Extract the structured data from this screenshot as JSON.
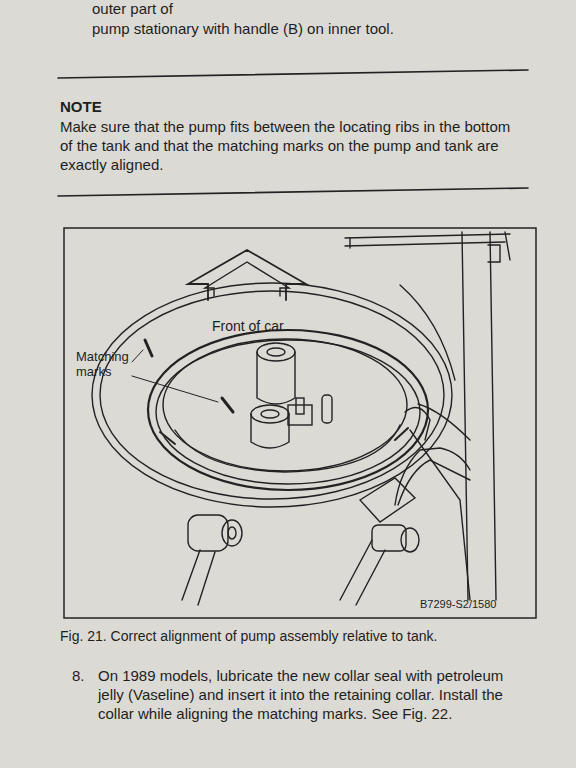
{
  "diagram": {
    "caption": "Fig. 21. Correct alignment of pump assembly relative to tank.",
    "labels": [
      "outer part of",
      "pump stationary with handle (B) on inner tool.",
      "NOTE",
      "Make sure that the pump fits between the locating ribs in the bottom of the tank and that the matching marks on the pump and tank are exactly aligned.",
      "Front of car",
      "Matching marks",
      "B7299-S2/1580",
      "8.",
      "On 1989 models, lubricate the new collar seal with petroleum jelly (Vaseline) and insert it into the retaining collar. Install the collar while aligning the matching marks. See Fig. 22."
    ]
  }
}
